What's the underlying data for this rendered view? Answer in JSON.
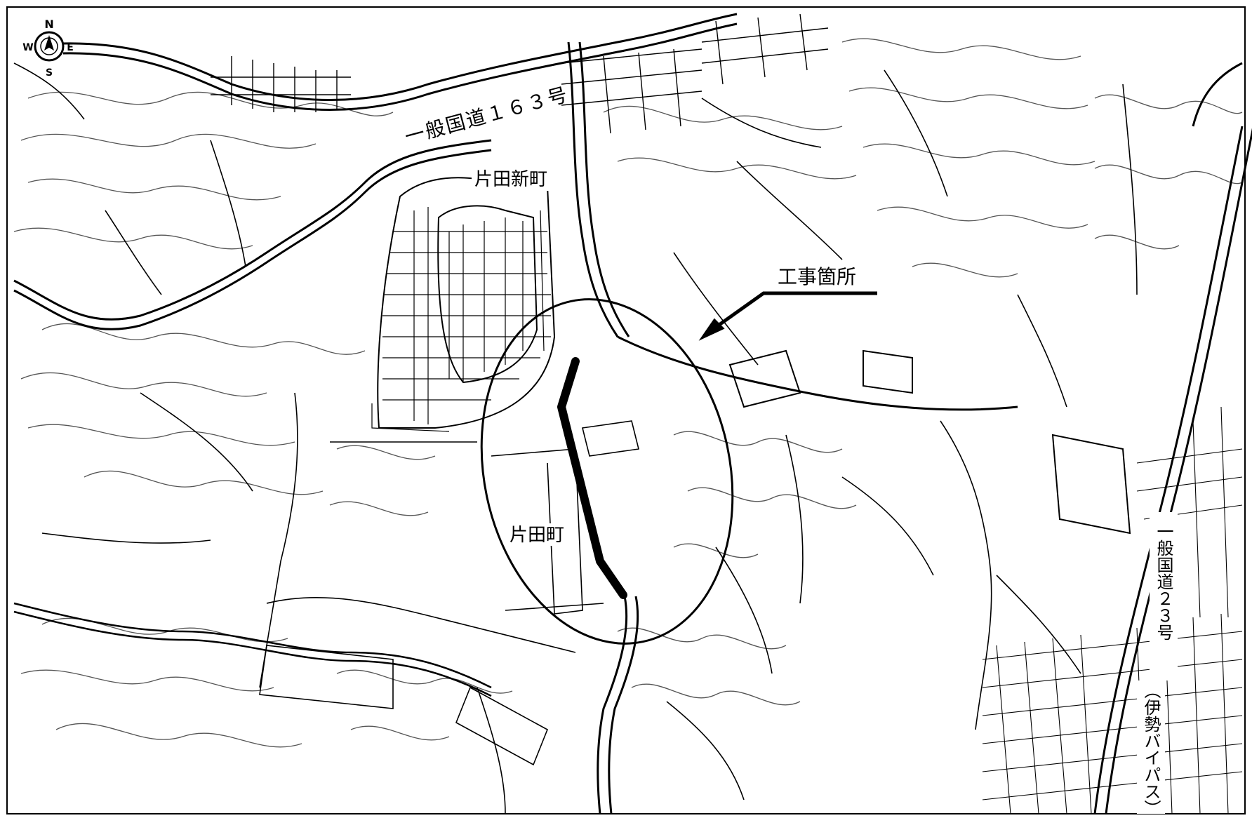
{
  "map": {
    "labels": {
      "national_route_163": "一般国道１６３号",
      "katada_shinmachi": "片田新町",
      "katada_cho": "片田町",
      "construction_site": "工事箇所",
      "national_route_23": "一般国道２３号",
      "ise_bypass": "（伊勢バイパス）"
    },
    "compass": {
      "north": "N",
      "south": "S",
      "east": "E",
      "west": "W"
    },
    "colors": {
      "background": "#ffffff",
      "line": "#000000",
      "contour": "#555555"
    },
    "icons": {
      "compass": "compass-rose-icon",
      "pointer": "arrow-pointer-icon"
    }
  }
}
